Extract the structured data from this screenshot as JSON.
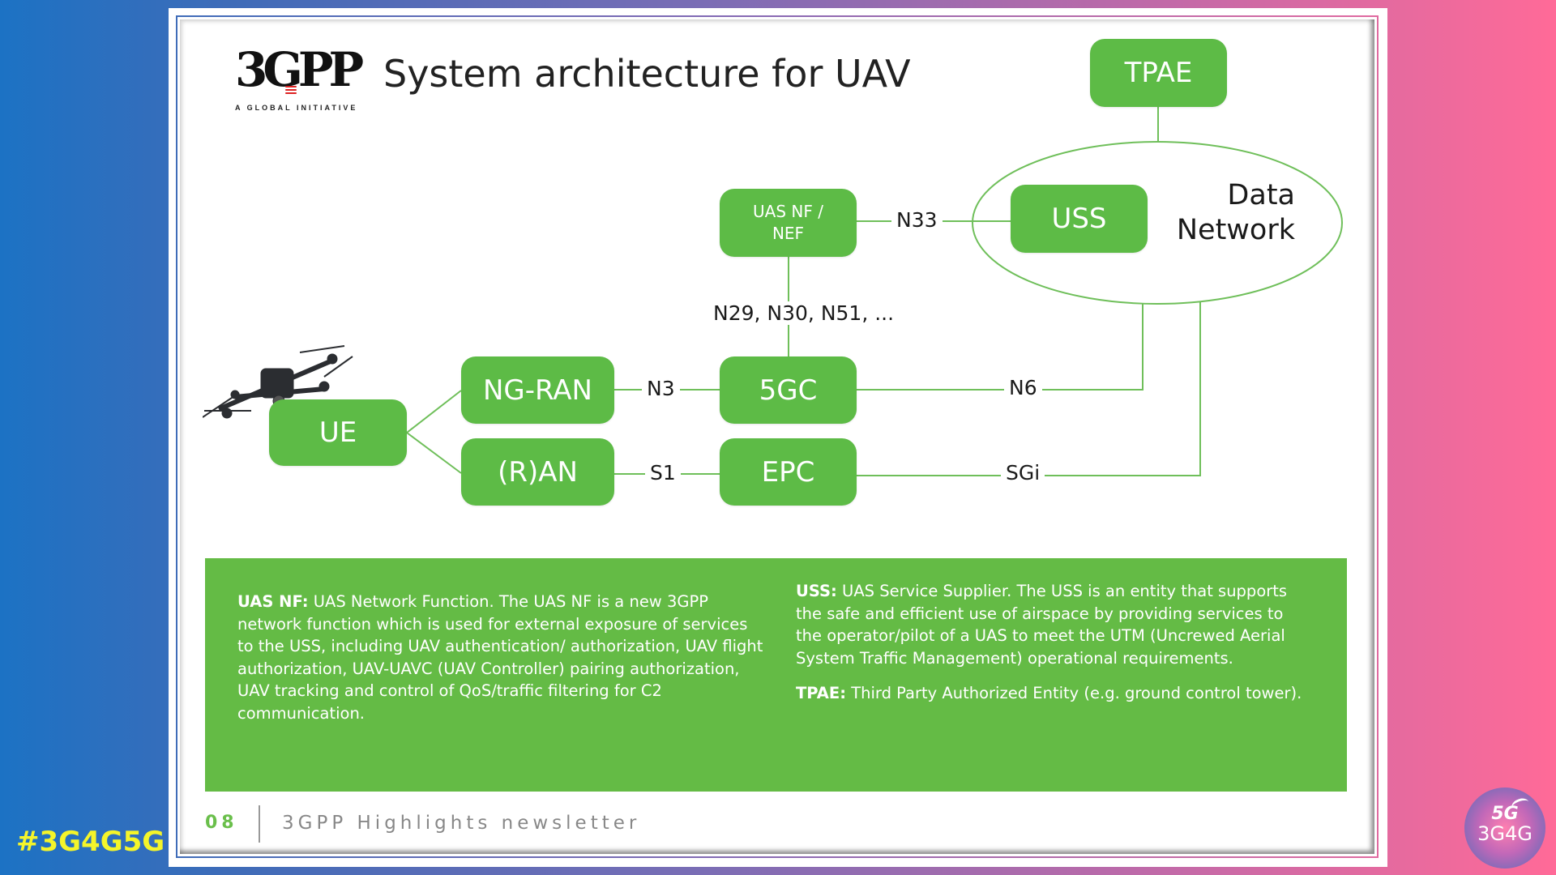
{
  "slide": {
    "logo": {
      "mark": "3GPP",
      "tagline": "A GLOBAL INITIATIVE"
    },
    "title": "System architecture for UAV",
    "diagram": {
      "nodes": {
        "tpae": "TPAE",
        "uss": "USS",
        "uas_nf_line1": "UAS NF /",
        "uas_nf_line2": "NEF",
        "ng_ran": "NG-RAN",
        "ran": "(R)AN",
        "fivegc": "5GC",
        "epc": "EPC",
        "ue": "UE"
      },
      "data_network_line1": "Data",
      "data_network_line2": "Network",
      "interfaces": {
        "n33": "N33",
        "n29": "N29, N30, N51, ...",
        "n3": "N3",
        "s1": "S1",
        "n6": "N6",
        "sgi": "SGi"
      },
      "colors": {
        "node": "#5dbb46",
        "line": "#6fbf5a"
      }
    },
    "info": {
      "uas_nf_term": "UAS NF:",
      "uas_nf_text": " UAS Network Function. The UAS NF is a new 3GPP network function which is used for external exposure of services to the USS, including UAV authentication/ authorization, UAV flight authorization, UAV-UAVC (UAV Controller) pairing authorization, UAV tracking and control of QoS/traffic filtering for C2 communication.",
      "uss_term": "USS:",
      "uss_text": " UAS Service Supplier. The USS is an entity that supports the safe and efficient use of airspace by providing services to the operator/pilot of a UAS to meet the UTM (Uncrewed Aerial System Traffic Management) operational requirements.",
      "tpae_term": "TPAE:",
      "tpae_text": " Third Party Authorized Entity (e.g. ground control tower).",
      "background": "#64bb45"
    },
    "footer": {
      "page_number": "08",
      "publication": "3GPP Highlights newsletter"
    }
  },
  "overlay": {
    "hashtag": "#3G4G5G",
    "brand_top": "5G",
    "brand_bottom": "3G4G"
  }
}
